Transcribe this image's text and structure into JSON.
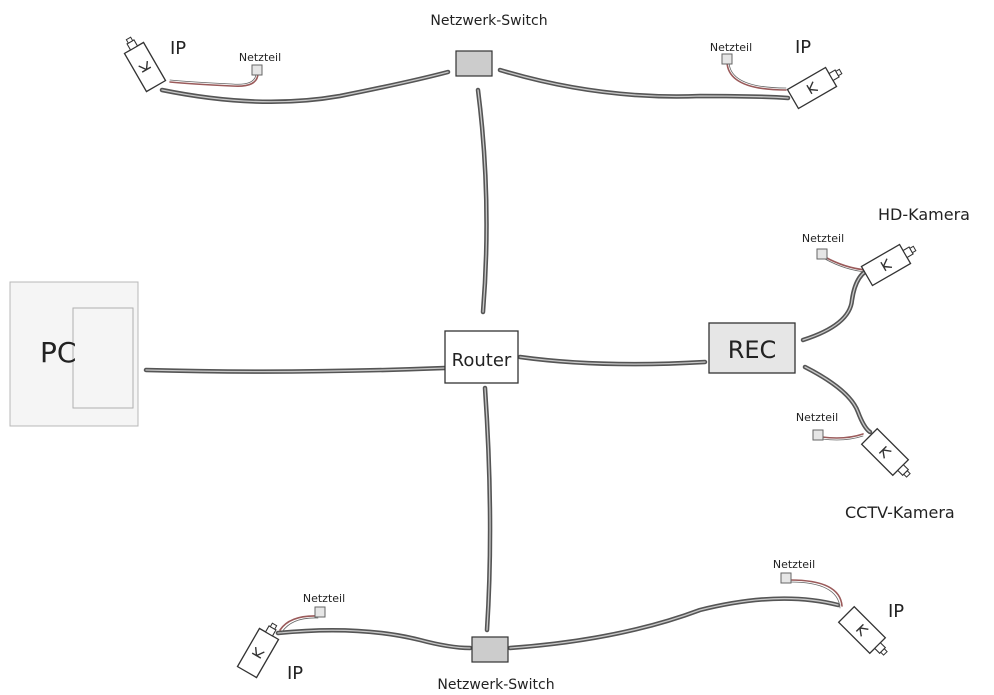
{
  "diagram": {
    "pc_label": "PC",
    "router_label": "Router",
    "recorder_label": "REC",
    "switch_top_label": "Netzwerk-Switch",
    "switch_bottom_label": "Netzwerk-Switch",
    "ip_label": "IP",
    "psu_label": "Netzteil",
    "hd_camera_label": "HD-Kamera",
    "cctv_camera_label": "CCTV-Kamera"
  },
  "colors": {
    "cable": "#555555",
    "power_cable": "#9a5a5a",
    "switch_fill": "#cccccc",
    "recorder_fill": "#e6e6e6",
    "pc_fill": "#f5f5f5"
  }
}
